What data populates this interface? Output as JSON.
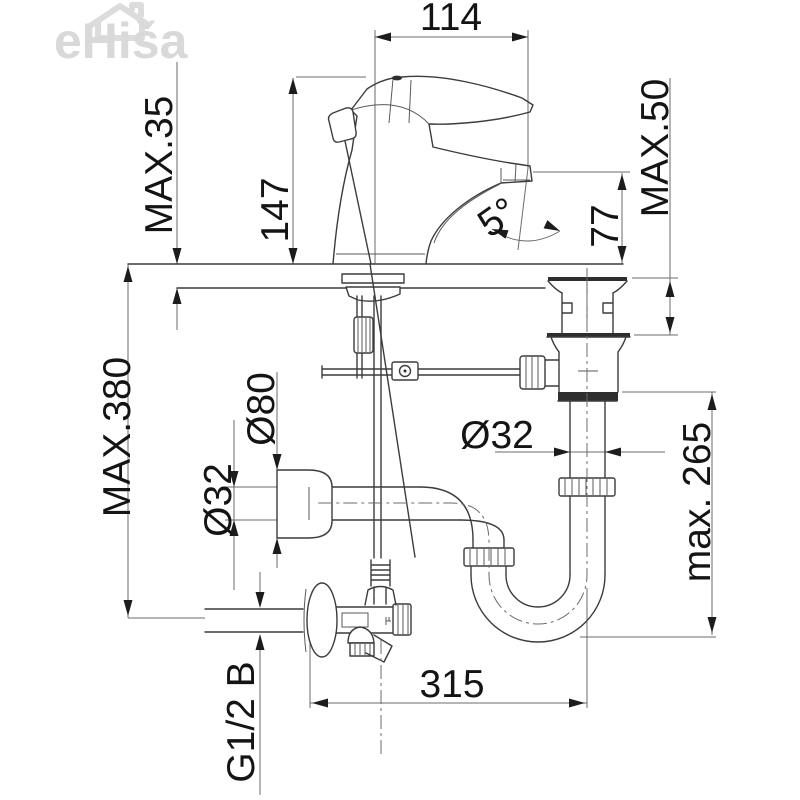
{
  "watermark": {
    "text": "eHiša"
  },
  "dims": {
    "w114": "114",
    "max35": "MAX.35",
    "h147": "147",
    "max50": "MAX.50",
    "h77": "77",
    "angle5": "5°",
    "max380": "MAX.380",
    "d80": "Ø80",
    "d32_wall": "Ø32",
    "d32_trap": "Ø32",
    "max265": "max. 265",
    "w315": "315",
    "thread": "G1/2 B"
  }
}
